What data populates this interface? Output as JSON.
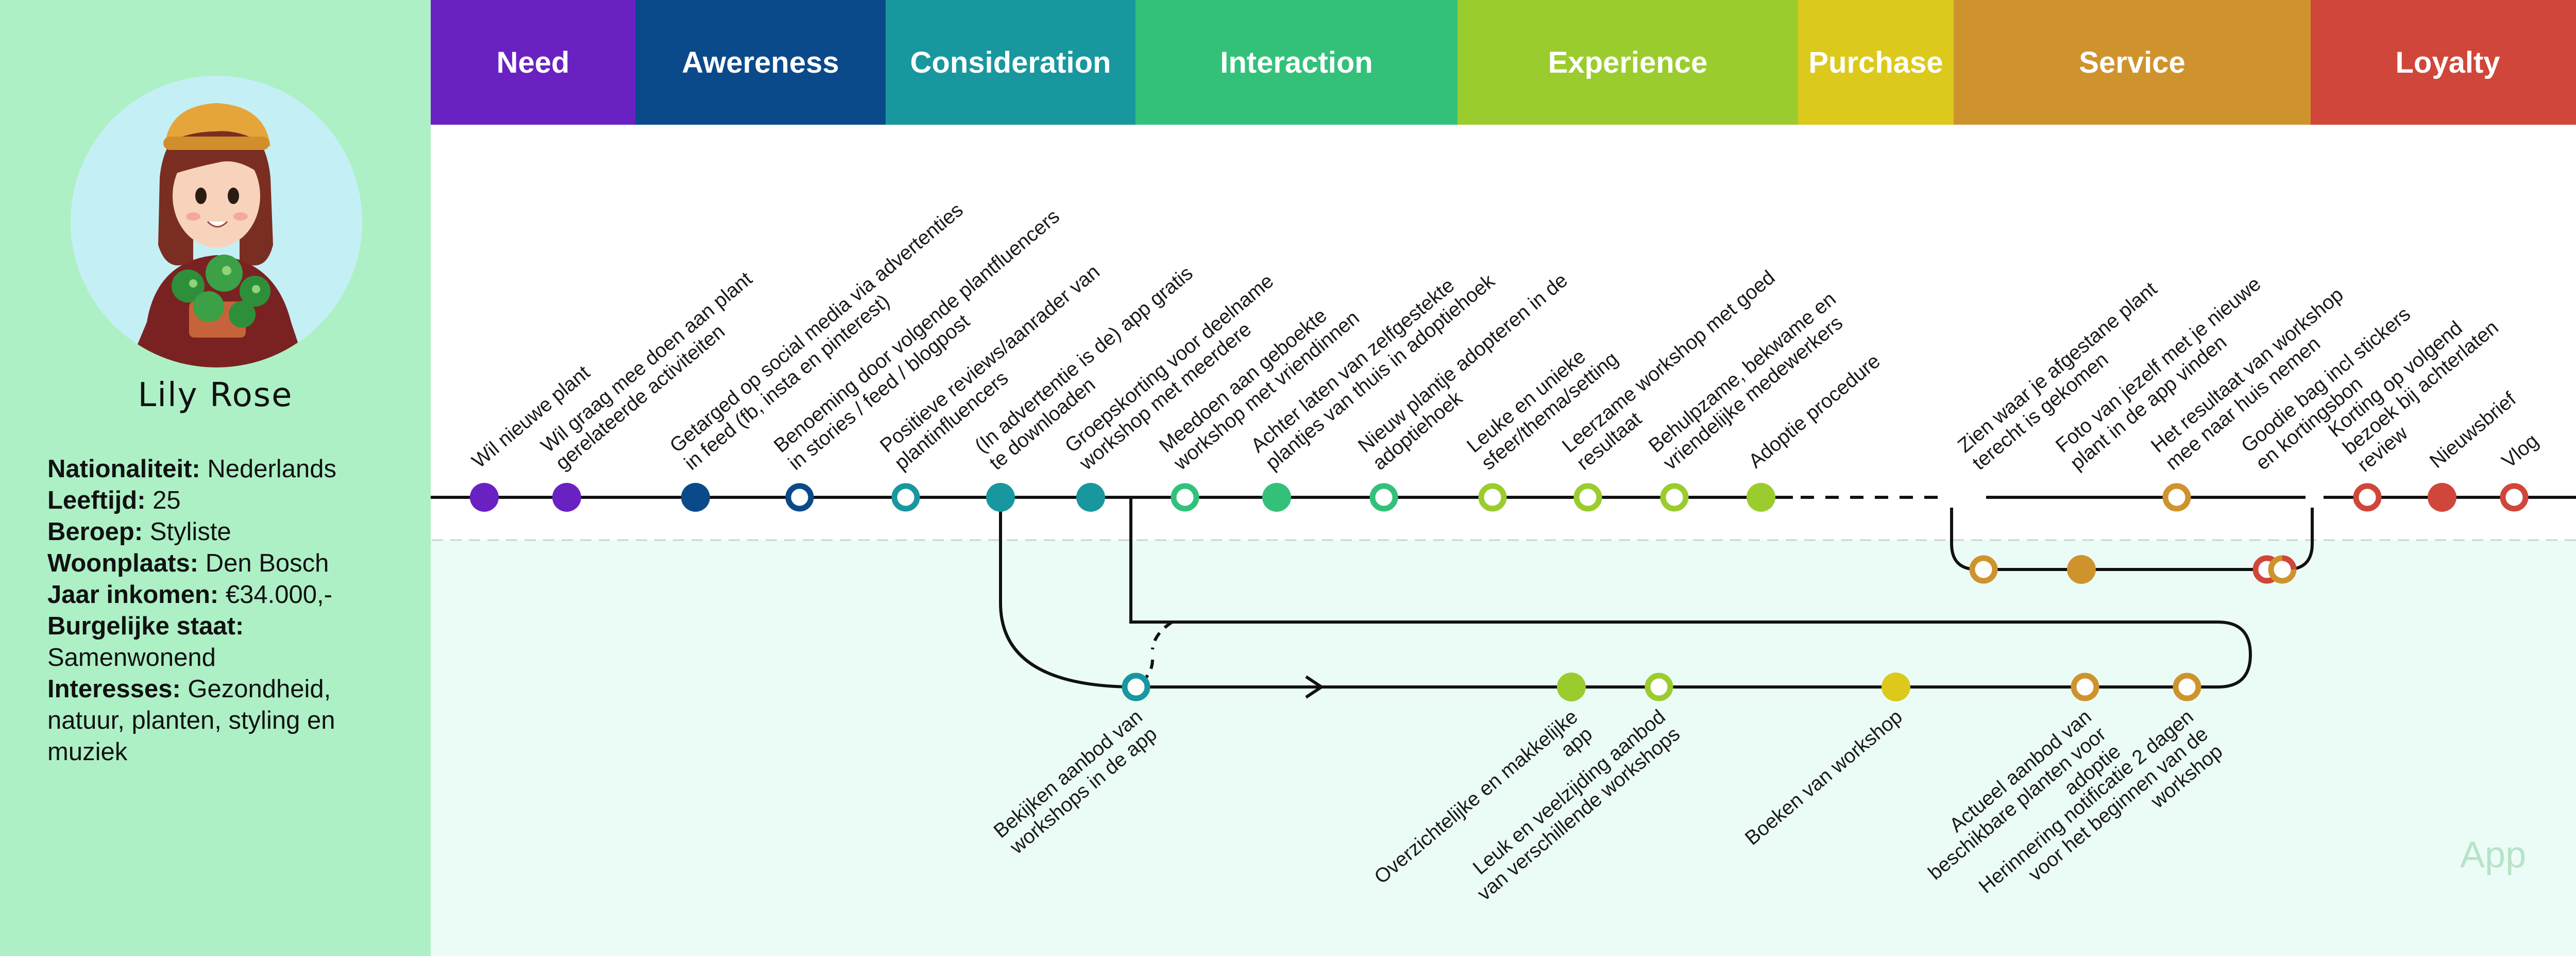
{
  "persona": {
    "name": "Lily Rose",
    "fields": [
      {
        "label": "Nationaliteit:",
        "value": " Nederlands"
      },
      {
        "label": "Leeftijd:",
        "value": " 25"
      },
      {
        "label": "Beroep:",
        "value": " Stylistе"
      },
      {
        "label": "Woonplaats:",
        "value": " Den Bosch"
      },
      {
        "label": "Jaar inkomen:",
        "value": " €34.000,-"
      },
      {
        "label": "Burgelijke staat:",
        "value": " Samenwonend"
      },
      {
        "label": "Interesses:",
        "value": " Gezondheid, natuur, planten, styling en muziek"
      }
    ]
  },
  "phases": [
    {
      "label": "Need",
      "color": "#6a21c2"
    },
    {
      "label": "Awereness",
      "color": "#0b4a8a"
    },
    {
      "label": "Consideration",
      "color": "#18979e"
    },
    {
      "label": "Interaction",
      "color": "#33c17a"
    },
    {
      "label": "Experience",
      "color": "#9bcc2e"
    },
    {
      "label": "Purchase",
      "color": "#dcc91b"
    },
    {
      "label": "Service",
      "color": "#cf932e"
    },
    {
      "label": "Loyalty",
      "color": "#d0463a"
    }
  ],
  "touchpoints": [
    {
      "text": "Wil nieuwe plant",
      "color": "#6a21c2",
      "filled": true
    },
    {
      "text": "Wil graag mee doen aan plant|gerelateerde activiteiten",
      "color": "#6a21c2",
      "filled": true
    },
    {
      "text": "Getarged op social media via advertenties|in feed (fb, insta en pinterest)",
      "color": "#0b4a8a",
      "filled": true
    },
    {
      "text": "Benoeming door volgende plantfluencers|in stories / feed / blogpost",
      "color": "#0b4a8a",
      "filled": false
    },
    {
      "text": "Positieve reviews/aanrader van|plantinfluencers",
      "color": "#18979e",
      "filled": false
    },
    {
      "text": "(In advertentie is de) app gratis|te downloaden",
      "color": "#18979e",
      "filled": true
    },
    {
      "text": "Groepskorting voor deelname|workshop met meerdere",
      "color": "#18979e",
      "filled": true
    },
    {
      "text": "Meedoen aan geboekte|workshop met vriendinnen",
      "color": "#33c17a",
      "filled": false
    },
    {
      "text": "Achter laten van zelfgestekte|plantjes van thuis in adoptiehoek",
      "color": "#33c17a",
      "filled": true
    },
    {
      "text": "Nieuw plantje adopteren in de|adoptiehoek",
      "color": "#33c17a",
      "filled": false
    },
    {
      "text": "Leuke en unieke|sfeer/thema/setting",
      "color": "#9bcc2e",
      "filled": false
    },
    {
      "text": "Leerzame workshop met goed|resultaat",
      "color": "#9bcc2e",
      "filled": false
    },
    {
      "text": "Behulpzame, bekwame en|vriendelijke medewerkers",
      "color": "#9bcc2e",
      "filled": false
    },
    {
      "text": "Adoptie procedure",
      "color": "#9bcc2e",
      "filled": true
    },
    {
      "text": "Zien waar je afgestane plant|terecht is gekomen",
      "color": "#cf932e",
      "filled": false
    },
    {
      "text": "Foto van jezelf met je nieuwe|plant in de app vinden",
      "color": "#cf932e",
      "filled": true
    },
    {
      "text": "Het resultaat van workshop|mee naar huis nemen",
      "color": "#cf932e",
      "filled": false
    },
    {
      "text": "Goodie bag incl stickers|en kortingsbon",
      "color": "#d0463a",
      "filled": false
    },
    {
      "text": "Korting op volgend|bezoek bij achterlaten|review",
      "color": "#d0463a",
      "filled": false
    },
    {
      "text": "Nieuwsbrief",
      "color": "#d0463a",
      "filled": true
    },
    {
      "text": "Vlog",
      "color": "#d0463a",
      "filled": false
    }
  ],
  "app_touchpoints": [
    {
      "text": "Bekijken aanbod van|workshops in de app",
      "color": "#18979e",
      "filled": false
    },
    {
      "text": "Overzichtelijke en makkelijke|app",
      "color": "#9bcc2e",
      "filled": true
    },
    {
      "text": "Leuk en veelzijding aanbod|van verschillende workshops",
      "color": "#9bcc2e",
      "filled": false
    },
    {
      "text": "Boeken van workshop",
      "color": "#dcc91b",
      "filled": true
    },
    {
      "text": "Actueel aanbod van|beschikbare planten voor|adoptie",
      "color": "#cf932e",
      "filled": false
    },
    {
      "text": "Herinnering notificatie 2 dagen|voor het beginnen van de|workshop",
      "color": "#cf932e",
      "filled": false
    }
  ],
  "zone_label": "App"
}
